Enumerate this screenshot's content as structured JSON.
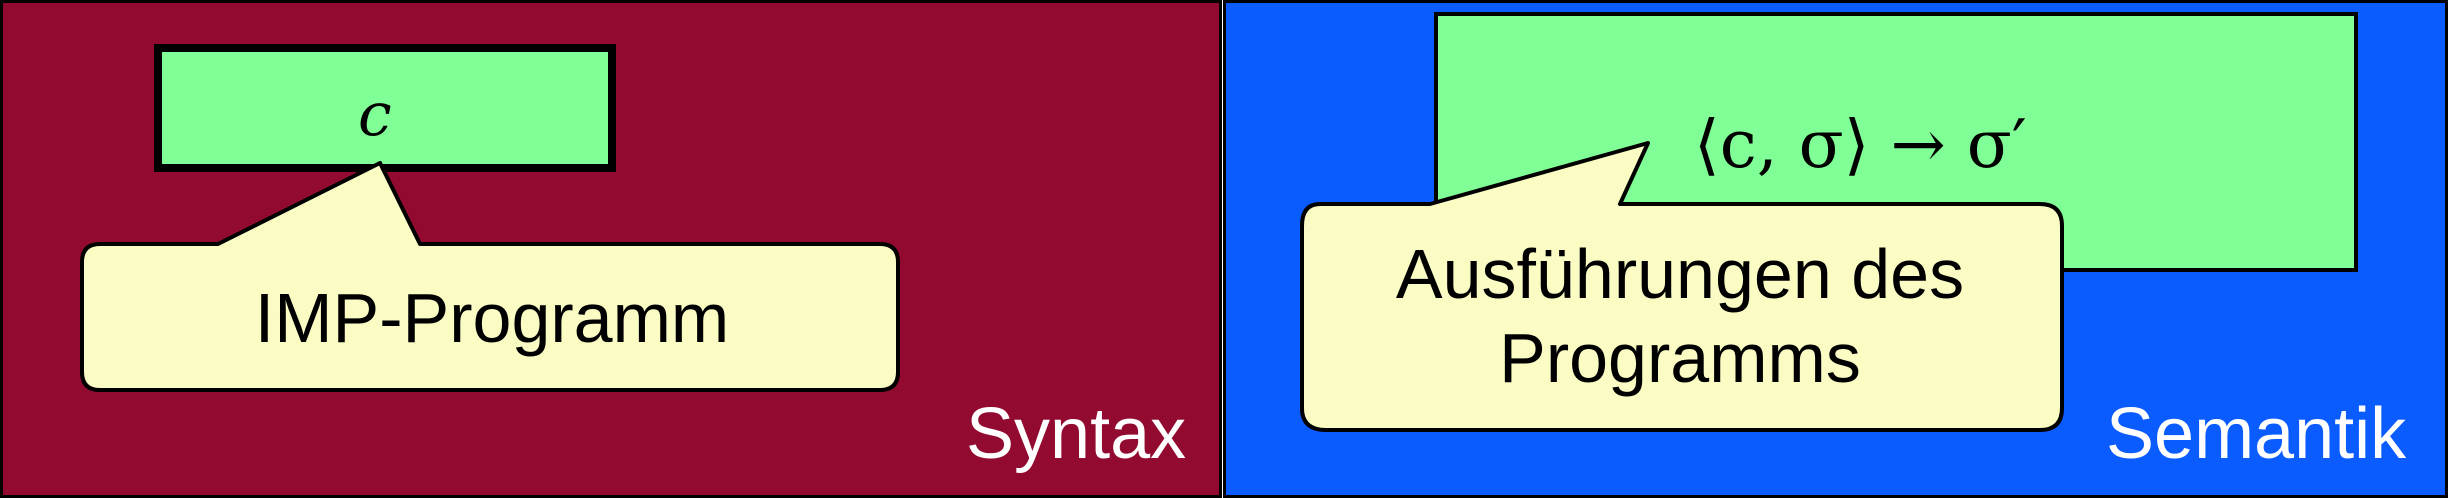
{
  "syntax": {
    "label": "Syntax",
    "code_variable": "c",
    "callout": "IMP-Programm",
    "background": "#930a31",
    "box_color": "#80ff96",
    "callout_color": "#fafcc4"
  },
  "semantics": {
    "label": "Semantik",
    "formula": "⟨c, σ⟩ → σ′",
    "callout_line1": "Ausführungen des",
    "callout_line2": "Programms",
    "background": "#0a5cff",
    "box_color": "#80ff96",
    "callout_color": "#fafcc4"
  }
}
